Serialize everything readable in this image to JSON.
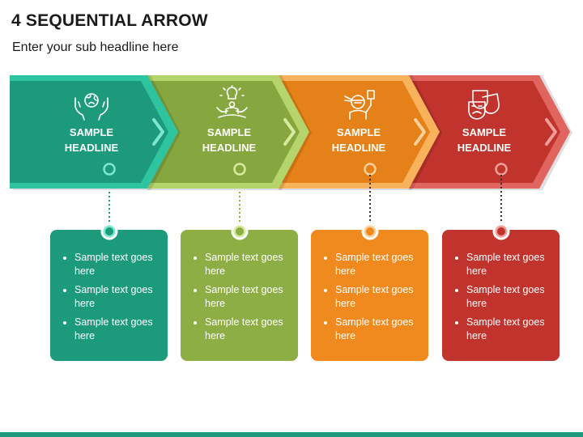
{
  "title": "4 SEQUENTIAL ARROW",
  "subtitle": "Enter your sub headline here",
  "steps": [
    {
      "headline_line1": "SAMPLE",
      "headline_line2": "HEADLINE",
      "icon": "globe-in-hands-icon",
      "color": "#1d9a7c",
      "dark": "#157a62",
      "light": "#2ec4a0",
      "bullets": [
        "Sample text goes here",
        "Sample text goes here",
        "Sample text goes here"
      ]
    },
    {
      "headline_line1": "SAMPLE",
      "headline_line2": "HEADLINE",
      "icon": "meditation-idea-icon",
      "color": "#8dae44",
      "dark": "#6f8c30",
      "light": "#b5d46c",
      "bullets": [
        "Sample text goes here",
        "Sample text goes here",
        "Sample text goes here"
      ]
    },
    {
      "headline_line1": "SAMPLE",
      "headline_line2": "HEADLINE",
      "icon": "ninja-warrior-icon",
      "color": "#f08a1e",
      "dark": "#c46a0e",
      "light": "#f9b25c",
      "bullets": [
        "Sample text goes here",
        "Sample text goes here",
        "Sample text goes here"
      ]
    },
    {
      "headline_line1": "SAMPLE",
      "headline_line2": "HEADLINE",
      "icon": "theater-masks-icon",
      "color": "#c0342d",
      "dark": "#921f1a",
      "light": "#e0655e",
      "bullets": [
        "Sample text goes here",
        "Sample text goes here",
        "Sample text goes here"
      ]
    }
  ]
}
